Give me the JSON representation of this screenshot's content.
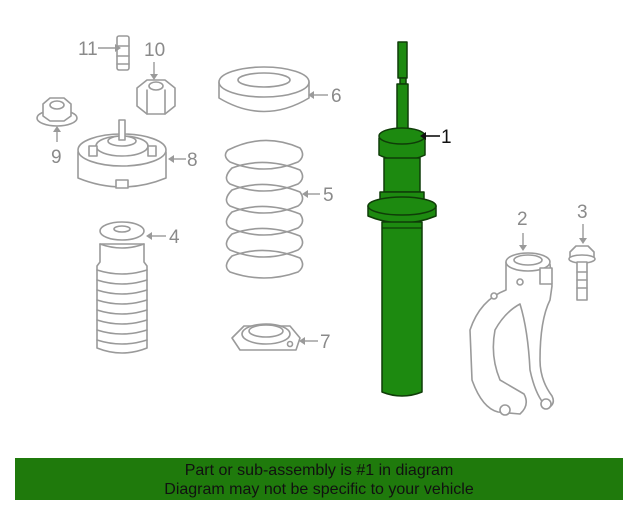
{
  "callouts": [
    "1",
    "2",
    "3",
    "4",
    "5",
    "6",
    "7",
    "8",
    "9",
    "10",
    "11"
  ],
  "banner": {
    "line1": "Part or sub-assembly is #1 in diagram",
    "line2": "Diagram may not be specific to your vehicle"
  },
  "highlight_color": "#1d8a10",
  "banner_color": "#1f7a0c"
}
